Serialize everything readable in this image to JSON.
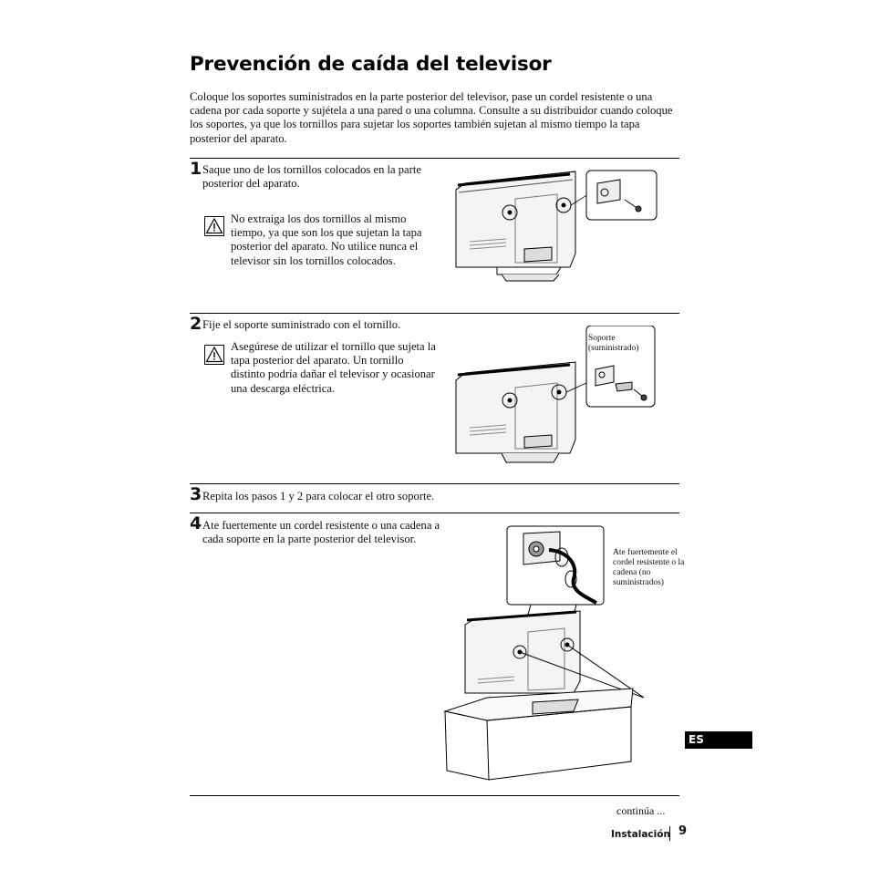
{
  "title": "Prevención de caída del televisor",
  "intro": "Coloque los soportes suministrados en la parte posterior del televisor, pase un cordel resistente o una cadena por cada soporte y sujétela a una pared o una columna. Consulte a su distribuidor cuando coloque los soportes, ya que los tornillos para sujetar los soportes también sujetan al mismo tiempo la tapa posterior del aparato.",
  "steps": [
    {
      "num": "1",
      "text": "Saque uno de los tornillos colocados en la parte posterior del aparato.",
      "warning": "No extraiga los dos tornillos al mismo tiempo, ya que son los que sujetan la tapa posterior del aparato. No utilice nunca el televisor sin los tornillos colocados."
    },
    {
      "num": "2",
      "text": "Fije el soporte suministrado con el tornillo.",
      "warning": "Asegúrese de utilizar el tornillo que sujeta la tapa posterior del aparato. Un tornillo distinto podría dañar el televisor y ocasionar una descarga eléctrica.",
      "figure_label": "Soporte (suministrado)"
    },
    {
      "num": "3",
      "text": "Repita los pasos 1 y 2 para colocar el otro soporte."
    },
    {
      "num": "4",
      "text": "Ate fuertemente un cordel resistente o una cadena a cada soporte en la parte posterior del televisor.",
      "figure_label": "Ate fuertemente el cordel resistente o la cadena (no suministrados)"
    }
  ],
  "language_tab": "ES",
  "continued": "continúa ...",
  "footer": {
    "section": "Instalación",
    "page": "9"
  }
}
